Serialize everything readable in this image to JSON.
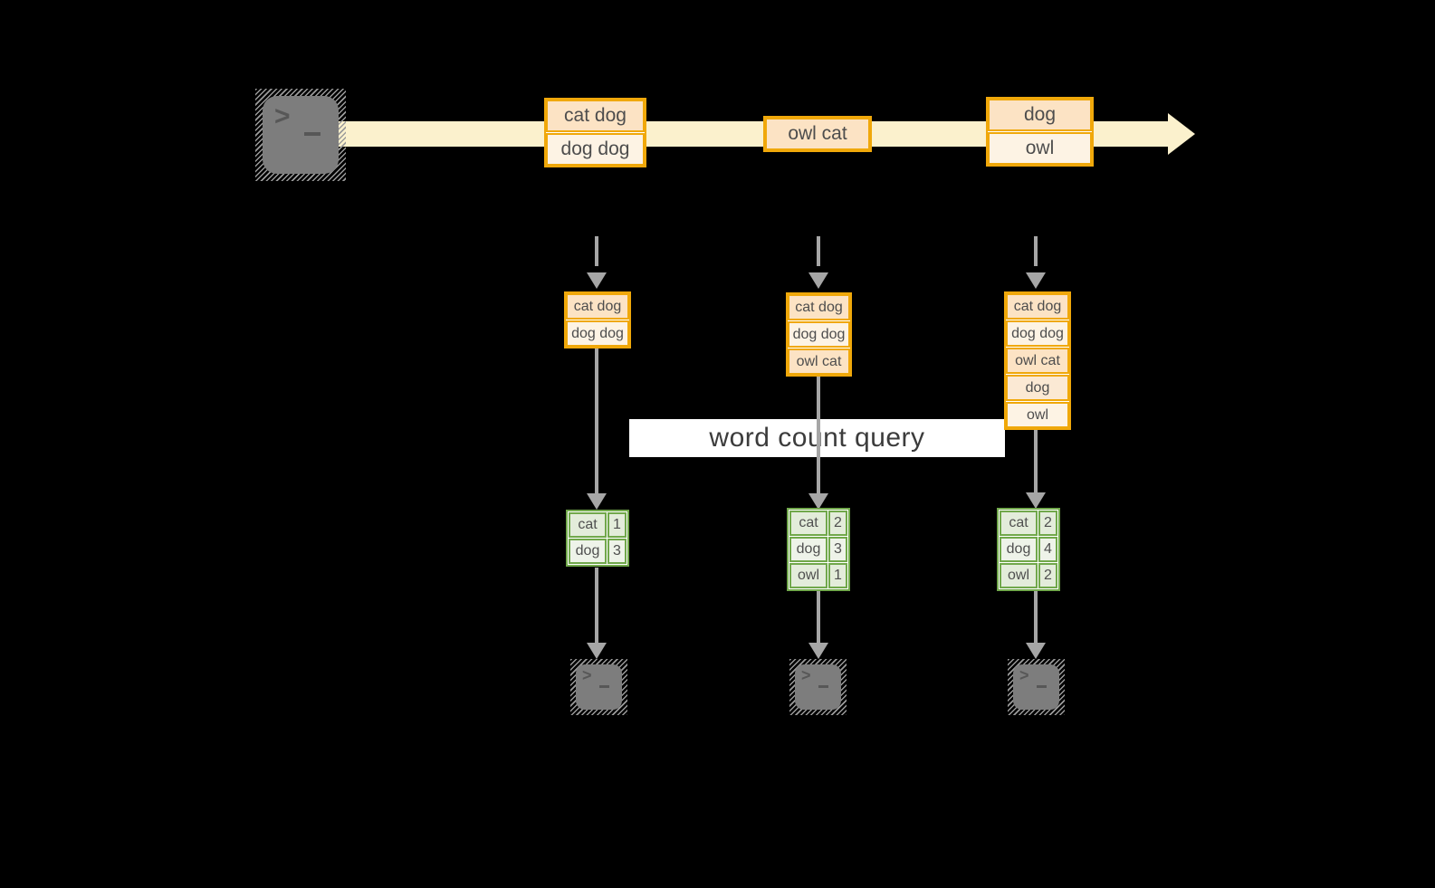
{
  "query_label": "word count query",
  "stream": {
    "source_icon": "terminal-icon",
    "messages": [
      {
        "rows": [
          "cat dog",
          "dog dog"
        ]
      },
      {
        "rows": [
          "owl cat"
        ]
      },
      {
        "rows": [
          "dog",
          "owl"
        ]
      }
    ]
  },
  "buffers": [
    {
      "rows": [
        "cat dog",
        "dog dog"
      ]
    },
    {
      "rows": [
        "cat dog",
        "dog dog",
        "owl cat"
      ]
    },
    {
      "rows": [
        "cat dog",
        "dog dog",
        "owl cat",
        "dog",
        "owl"
      ]
    }
  ],
  "results": [
    {
      "rows": [
        {
          "word": "cat",
          "count": "1"
        },
        {
          "word": "dog",
          "count": "3"
        }
      ]
    },
    {
      "rows": [
        {
          "word": "cat",
          "count": "2"
        },
        {
          "word": "dog",
          "count": "3"
        },
        {
          "word": "owl",
          "count": "1"
        }
      ]
    },
    {
      "rows": [
        {
          "word": "cat",
          "count": "2"
        },
        {
          "word": "dog",
          "count": "4"
        },
        {
          "word": "owl",
          "count": "2"
        }
      ]
    }
  ],
  "output_icons": [
    "terminal-icon",
    "terminal-icon",
    "terminal-icon"
  ],
  "colors": {
    "background": "#000000",
    "stream_band": "#fbf1cd",
    "orange_border": "#f0a80a",
    "peach_fill": "#fce3c4",
    "cream_fill": "#fdf3e4",
    "green_border": "#71a84b",
    "sage_fill": "#e3ecda",
    "sage_fill_light": "#eef3e9",
    "arrow_gray": "#a6a6a6",
    "terminal_gray": "#7d7d7d",
    "query_box_bg": "#ffffff",
    "text": "#4d4d4d"
  }
}
